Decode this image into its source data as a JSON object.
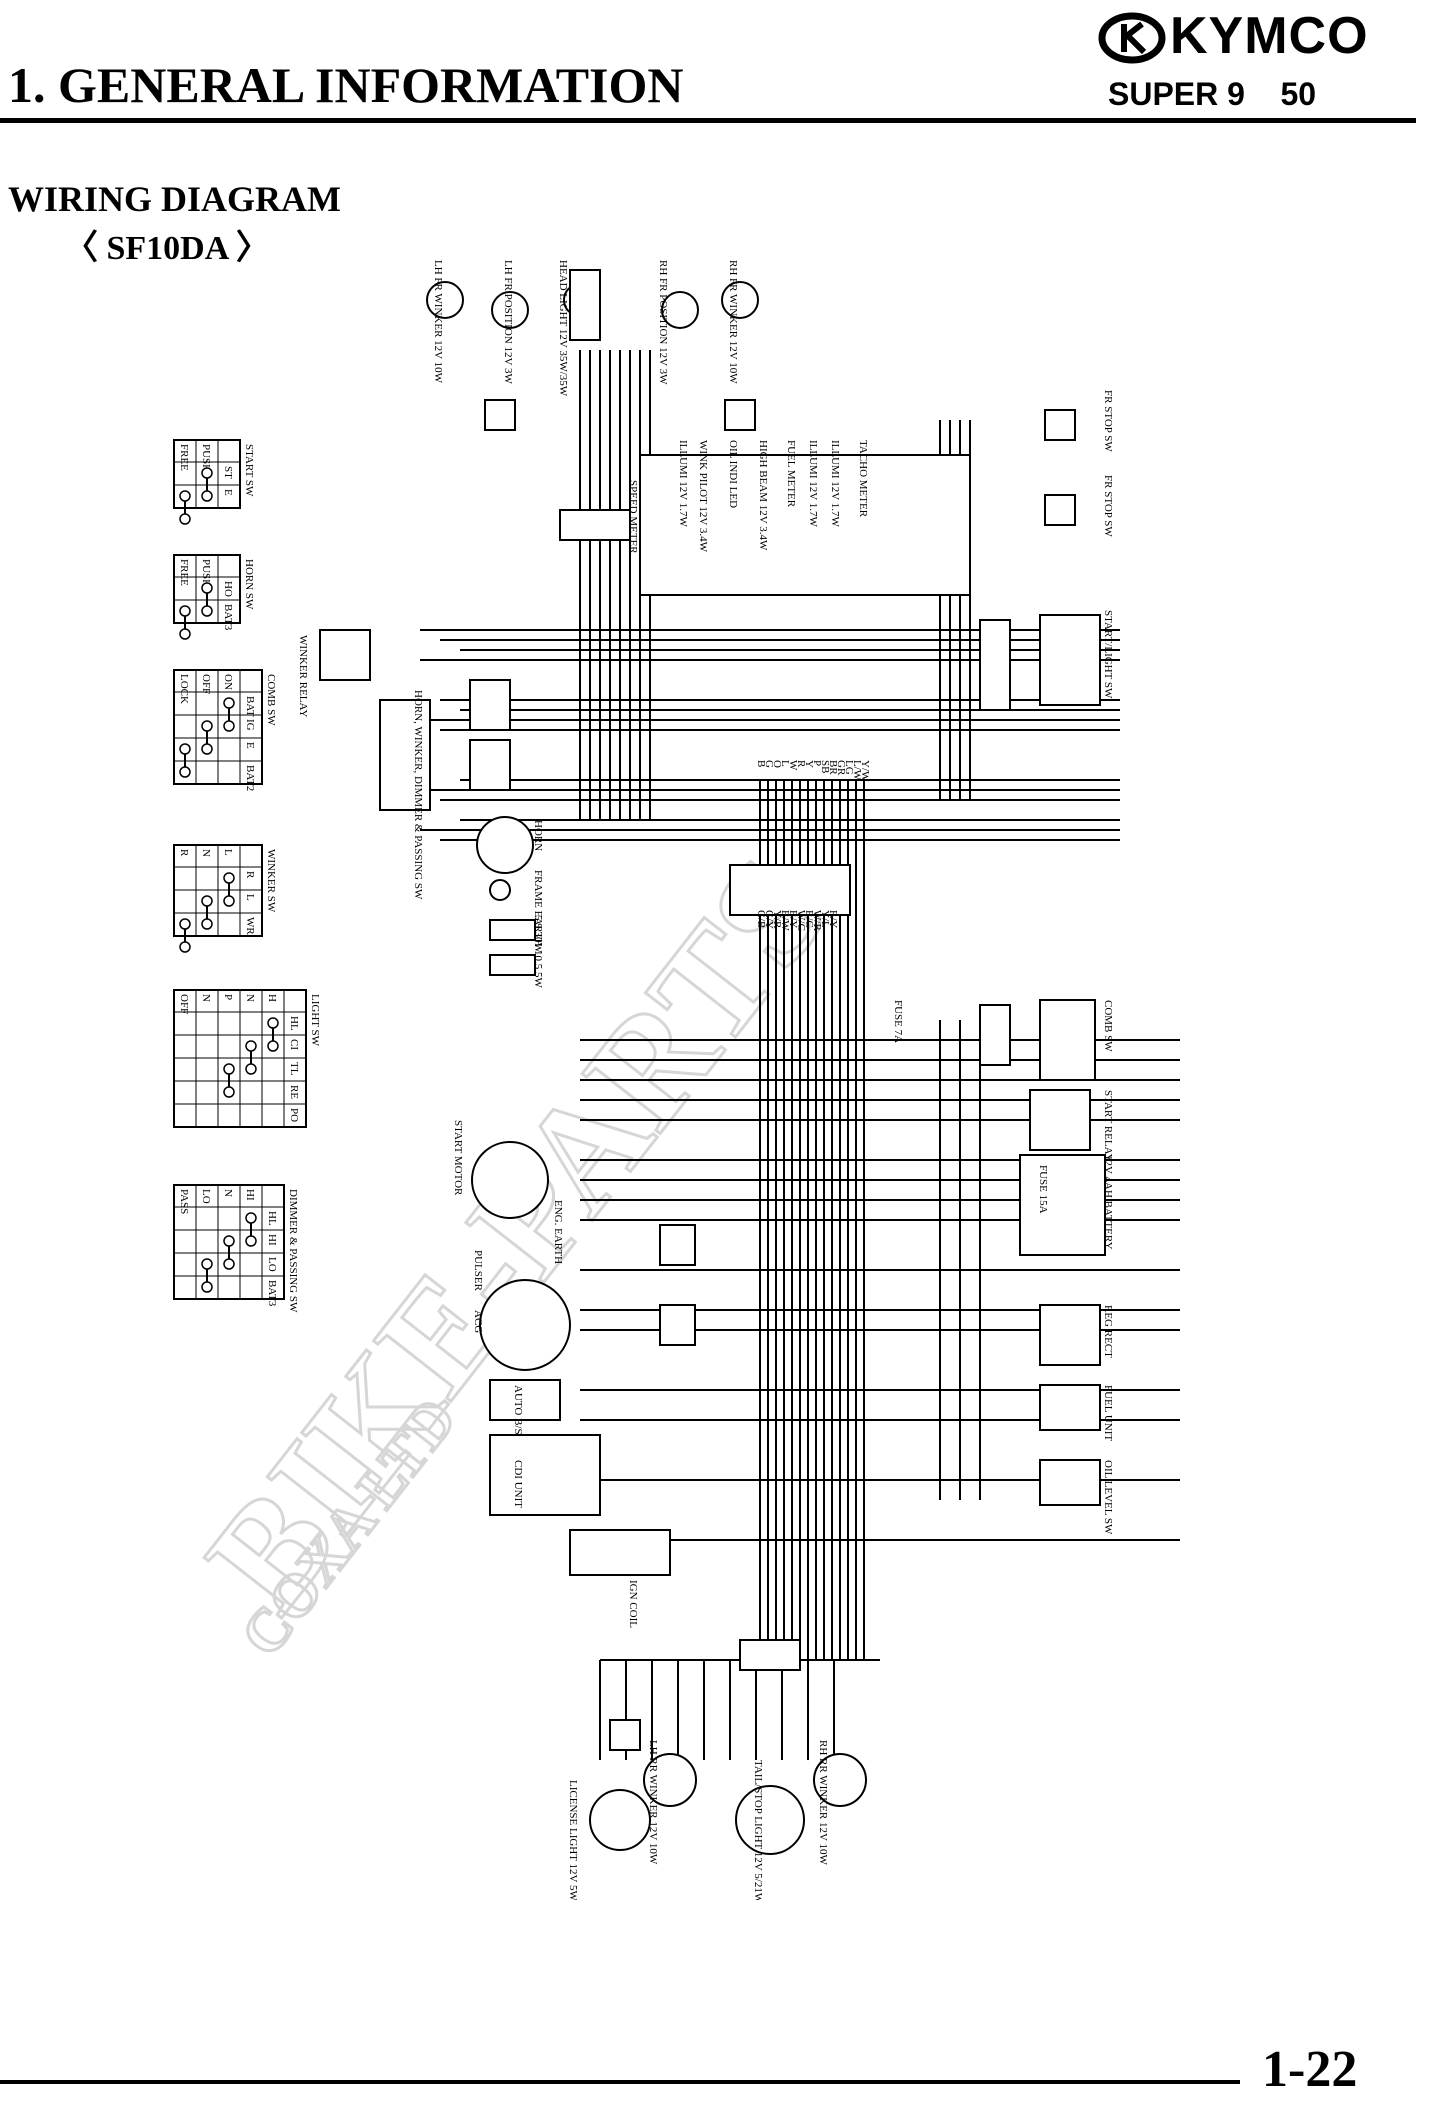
{
  "header": {
    "brand": "KYMCO",
    "section_number": "1.",
    "section_title": "GENERAL INFORMATION",
    "model": "SUPER 9    50"
  },
  "diagram": {
    "title": "WIRING DIAGRAM",
    "subtitle": "〈 SF10DA 〉",
    "watermark": "BIKE-PARTS",
    "watermark_sub": "COXA LTD",
    "switch_tables": [
      {
        "name": "START SW",
        "cols": [
          "ST",
          "E"
        ],
        "rows": [
          "FREE",
          "PUSH"
        ]
      },
      {
        "name": "HORN SW",
        "cols": [
          "HO",
          "BAT3"
        ],
        "rows": [
          "FREE",
          "PUSH"
        ]
      },
      {
        "name": "COMB SW",
        "cols": [
          "BAT",
          "IG",
          "E",
          "BAT2"
        ],
        "rows": [
          "LOCK",
          "OFF",
          "ON"
        ]
      },
      {
        "name": "WINKER SW",
        "cols": [
          "R",
          "L",
          "WR"
        ],
        "rows": [
          "R",
          "N",
          "L"
        ]
      },
      {
        "name": "LIGHT SW",
        "cols": [
          "HL",
          "CI",
          "TL",
          "RE",
          "PO"
        ],
        "rows": [
          "OFF",
          "N",
          "P",
          "N",
          "H"
        ]
      },
      {
        "name": "DIMMER & PASSING SW",
        "cols": [
          "HL",
          "HI",
          "LO",
          "BAT3"
        ],
        "rows": [
          "PASS",
          "LO",
          "N",
          "HI"
        ]
      }
    ],
    "components": [
      "LH FR WINKER 12V 10W",
      "LH FR POSITION 12V 3W",
      "HEAD LIGHT 12V 35W/35W",
      "RH FR POSITION 12V 3W",
      "RH FR WINKER 12V 10W",
      "FR STOP SW",
      "FR STOP SW",
      "SPEED METER",
      "TACHO METER",
      "ILLUMI 12V 1.7W",
      "ILLUMI 12V 1.7W",
      "FUEL METER",
      "HIGH BEAM 12V 3.4W",
      "OIL INDI LED",
      "WINK PILOT 12V 3.4W",
      "ILLUMI 12V 1.7W",
      "START/LIGHT SW",
      "WINKER RELAY",
      "HORN, WINKER, DIMMER & PASSING SW",
      "HORN",
      "FRAME EARTH",
      "5.9 30W",
      "10.5 5W",
      "FUSE 7A",
      "COMB SW",
      "START RELAY",
      "START MOTOR",
      "ENG. EARTH",
      "FUSE 15A",
      "12V 4AH BATTERY",
      "PULSER",
      "ACG",
      "REG RECT",
      "FUEL UNIT",
      "AUTO B/S",
      "CDI UNIT",
      "OIL LEVEL SW",
      "IGN COIL",
      "LICENSE LIGHT 12V 5W",
      "LH RR WINKER 12V 10W",
      "TAIL/STOP LIGHT 12V 5/21W",
      "RH RR WINKER 12V 10W"
    ],
    "wire_colors": [
      "B",
      "G",
      "O",
      "L",
      "W",
      "R",
      "Y",
      "P",
      "SB",
      "BR",
      "GR",
      "LG",
      "L/W",
      "Y/W",
      "G/B",
      "G/Y",
      "Y/R",
      "B/W",
      "B/Y",
      "W/G",
      "B/G",
      "W/R",
      "Y/L",
      "R/Y"
    ]
  },
  "footer": {
    "page_number": "1-22"
  }
}
